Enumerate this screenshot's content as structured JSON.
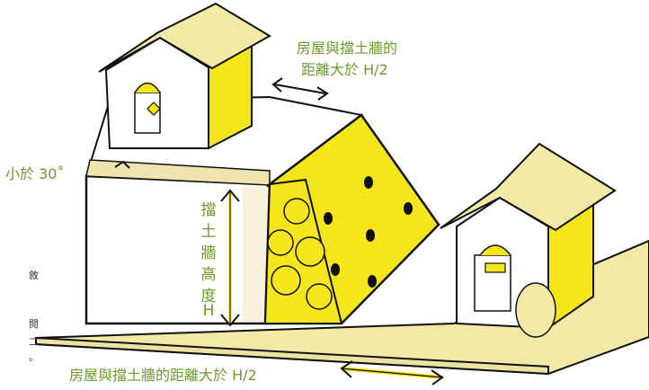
{
  "labels": {
    "distance_top_line1": "房屋與擋土牆的",
    "distance_top_line2": "距離大於 H/2",
    "slope": "小於 30˚",
    "wall_height_chars": [
      "擋",
      "土",
      "牆",
      "高",
      "度",
      "H"
    ],
    "distance_bottom": "房屋與擋土牆的距離大於 H/2"
  },
  "edge_text": [
    "敘",
    "閱",
    "二",
    "。",
    ""
  ],
  "colors": {
    "label_green": "#6b9a2a",
    "roof": "#f3e9a6",
    "wall_yellow": "#f4e61a",
    "outline": "#111111"
  }
}
